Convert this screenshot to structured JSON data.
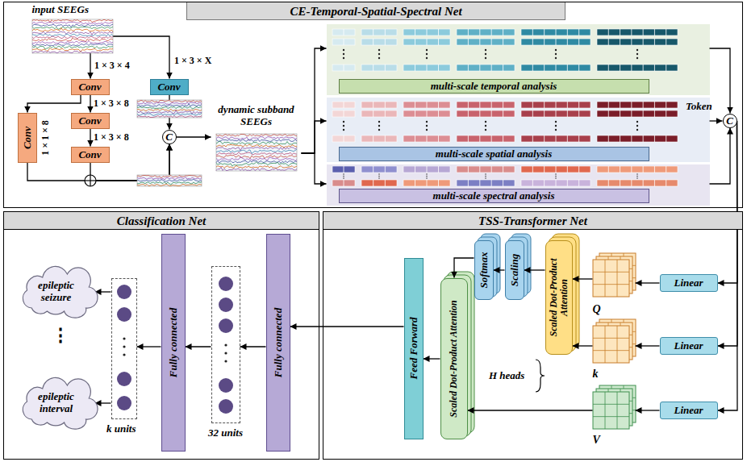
{
  "diagram": {
    "nodes": [
      {
        "text": [
          "CE-Temporal-Spatial-Spectral Net"
        ]
      },
      {
        "text": [
          "input SEEGs"
        ],
        "in": 0
      },
      {
        "text": [
          "Conv"
        ],
        "in": 0
      },
      {
        "text": [
          "Conv"
        ],
        "in": 0
      },
      {
        "text": [
          "Conv"
        ],
        "in": 0
      },
      {
        "text": [
          "Conv"
        ],
        "in": 0
      },
      {
        "text": [
          "Conv"
        ],
        "in": 0
      },
      {
        "text": [
          "C"
        ],
        "in": 0
      },
      {
        "text": [
          "dynamic subband SEEGs"
        ],
        "in": 0
      },
      {
        "text": [
          "multi-scale temporal analysis"
        ],
        "in": 0
      },
      {
        "text": [
          "multi-scale spatial analysis"
        ],
        "in": 0
      },
      {
        "text": [
          "multi-scale spectral analysis"
        ],
        "in": 0
      },
      {
        "text": [
          "C"
        ],
        "in": 0
      },
      {
        "text": [
          "Classification Net"
        ]
      },
      {
        "text": [
          "TSS-Transformer Net"
        ]
      },
      {
        "text": [
          "Linear"
        ],
        "in": 14
      },
      {
        "text": [
          "Linear"
        ],
        "in": 14
      },
      {
        "text": [
          "Linear"
        ],
        "in": 14
      },
      {
        "text": [
          "Q"
        ],
        "in": 14
      },
      {
        "text": [
          "k"
        ],
        "in": 14
      },
      {
        "text": [
          "V"
        ],
        "in": 14
      },
      {
        "text": [
          "Scaled Dot-Product Attention"
        ],
        "in": 14
      },
      {
        "text": [
          "Scaling"
        ],
        "in": 14
      },
      {
        "text": [
          "Softmax"
        ],
        "in": 14
      },
      {
        "text": [
          "Scaled Dot-Product Attention"
        ],
        "in": 14
      },
      {
        "text": [
          "Feed Forward"
        ],
        "in": 14
      },
      {
        "text": [
          "Fully connected"
        ],
        "in": 13
      },
      {
        "text": [
          "Fully connected"
        ],
        "in": 13
      },
      {
        "text": [
          "32 units"
        ],
        "in": 13
      },
      {
        "text": [
          "k units"
        ],
        "in": 13
      },
      {
        "text": [
          "epileptic seizure"
        ],
        "in": 13
      },
      {
        "text": [
          "epileptic interval"
        ],
        "in": 13
      }
    ],
    "edges": [
      {
        "from": 1,
        "to": 2,
        "arrow": "to"
      },
      {
        "from": 1,
        "to": 3,
        "arrow": "to"
      },
      {
        "from": 2,
        "to": 5,
        "arrow": "to"
      },
      {
        "from": 2,
        "to": 4,
        "arrow": "to"
      },
      {
        "from": 5,
        "to": 6,
        "arrow": "to"
      },
      {
        "from": 3,
        "to": 7,
        "arrow": "to"
      },
      {
        "from": 4,
        "to": 7,
        "arrow": "to"
      },
      {
        "from": 6,
        "to": 7,
        "arrow": "to"
      },
      {
        "from": 7,
        "to": 8,
        "arrow": "to"
      },
      {
        "from": 8,
        "to": 9,
        "arrow": "to"
      },
      {
        "from": 8,
        "to": 10,
        "arrow": "to"
      },
      {
        "from": 8,
        "to": 11,
        "arrow": "to"
      },
      {
        "from": 9,
        "to": 12,
        "arrow": "to"
      },
      {
        "from": 10,
        "to": 12,
        "arrow": "to"
      },
      {
        "from": 11,
        "to": 12,
        "arrow": "to"
      },
      {
        "from": 12,
        "to": 15,
        "arrow": "to"
      },
      {
        "from": 12,
        "to": 16,
        "arrow": "to"
      },
      {
        "from": 12,
        "to": 17,
        "arrow": "to"
      },
      {
        "from": 15,
        "to": 18,
        "arrow": "to"
      },
      {
        "from": 16,
        "to": 19,
        "arrow": "to"
      },
      {
        "from": 17,
        "to": 20,
        "arrow": "to"
      },
      {
        "from": 18,
        "to": 21,
        "arrow": "to"
      },
      {
        "from": 19,
        "to": 21,
        "arrow": "to"
      },
      {
        "from": 21,
        "to": 22,
        "arrow": "to"
      },
      {
        "from": 22,
        "to": 23,
        "arrow": "to"
      },
      {
        "from": 23,
        "to": 24,
        "arrow": "to"
      },
      {
        "from": 20,
        "to": 24,
        "arrow": "to"
      },
      {
        "from": 24,
        "to": 25,
        "arrow": "to"
      },
      {
        "from": 25,
        "to": 26,
        "arrow": "to"
      },
      {
        "from": 26,
        "to": 28,
        "arrow": "to"
      },
      {
        "from": 28,
        "to": 27,
        "arrow": "to"
      },
      {
        "from": 27,
        "to": 29,
        "arrow": "to"
      },
      {
        "from": 29,
        "to": 30,
        "arrow": "to"
      },
      {
        "from": 29,
        "to": 31,
        "arrow": "to"
      }
    ],
    "labels": [
      "1 × 3 × 4",
      "1 × 3 × X",
      "1 × 3 × 8",
      "1 × 3 × 8",
      "1 × 1 × 8",
      "Token",
      "H heads",
      "⋮"
    ]
  }
}
